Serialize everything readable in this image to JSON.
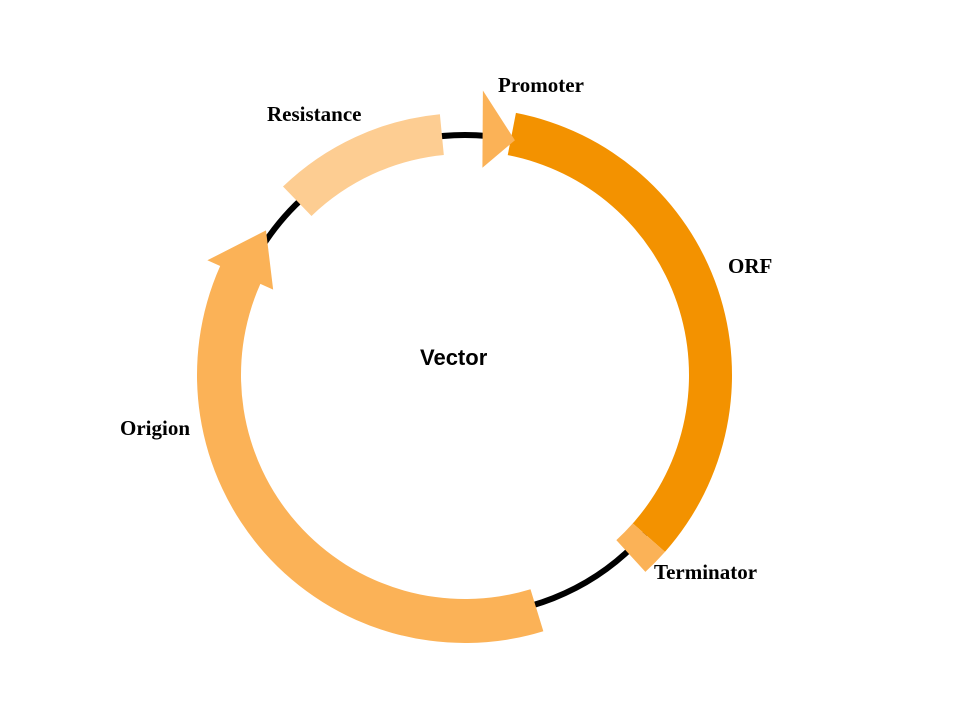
{
  "title": "Vector",
  "colors": {
    "backbone": "#000000",
    "orf": "#F39200",
    "terminator": "#FBB257",
    "origin": "#FBB257",
    "promoter": "#FBB257",
    "resistance": "#FDCD92"
  },
  "features": [
    {
      "id": "promoter",
      "label": "Promoter"
    },
    {
      "id": "orf",
      "label": "ORF"
    },
    {
      "id": "terminator",
      "label": "Terminator"
    },
    {
      "id": "origin",
      "label": "Origion"
    },
    {
      "id": "resistance",
      "label": "Resistance"
    }
  ]
}
